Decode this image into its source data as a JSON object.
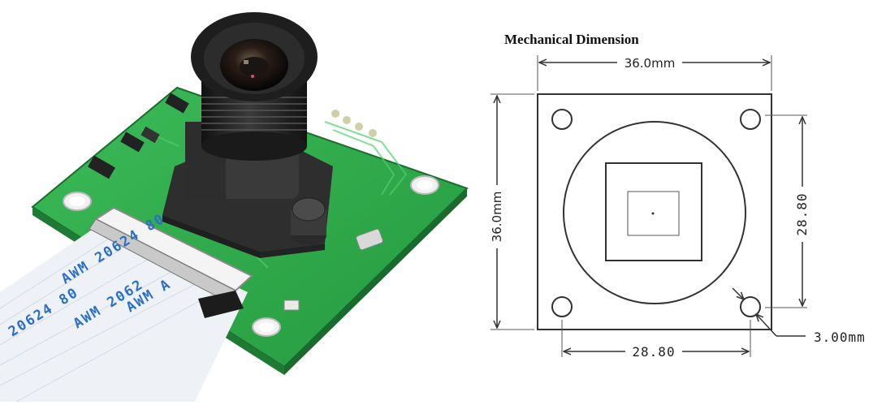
{
  "drawing": {
    "title": "Mechanical Dimension",
    "dim_top_width": "36.0mm",
    "dim_left_height": "36.0mm",
    "dim_right_hole_spacing": "28.80",
    "dim_bottom_hole_spacing": "28.80",
    "dim_hole_diameter": "3.00mm"
  },
  "photo": {
    "cable_labels": [
      "AWM  20624  80",
      "AWM  2062",
      "AWM  A",
      "20624 80"
    ],
    "colors": {
      "pcb": "#2fa64a",
      "pcb_dark": "#1f7a34",
      "lens": "#1b1b1b",
      "holder": "#3a3a3a",
      "cable": "#eef2f6",
      "cable_text": "#2a6fc4"
    }
  }
}
